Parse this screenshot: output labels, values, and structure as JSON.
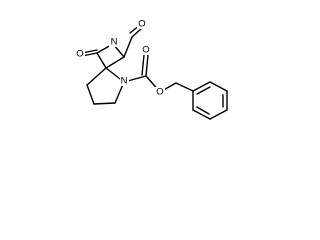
{
  "molecule": {
    "atoms": [
      {
        "id": "C1",
        "element": "C",
        "label": ""
      },
      {
        "id": "N1",
        "element": "N",
        "label": "N"
      },
      {
        "id": "C2",
        "element": "C",
        "label": ""
      },
      {
        "id": "C3",
        "element": "C",
        "label": ""
      },
      {
        "id": "O1",
        "element": "O",
        "label": "O"
      },
      {
        "id": "O2",
        "element": "O",
        "label": "O"
      },
      {
        "id": "N2",
        "element": "N",
        "label": "N"
      },
      {
        "id": "C4",
        "element": "C",
        "label": ""
      },
      {
        "id": "C5",
        "element": "C",
        "label": ""
      },
      {
        "id": "C6",
        "element": "C",
        "label": ""
      },
      {
        "id": "C7",
        "element": "C",
        "label": ""
      },
      {
        "id": "O3",
        "element": "O",
        "label": "O"
      },
      {
        "id": "O4",
        "element": "O",
        "label": "O"
      }
    ],
    "labels": {
      "aldehyde_oxygen": "O",
      "lactam_oxygen": "O",
      "lactam_nitrogen": "N",
      "pyrrolidine_nitrogen": "N",
      "carbamate_carbonyl_oxygen": "O",
      "carbamate_ether_oxygen": "O"
    }
  }
}
